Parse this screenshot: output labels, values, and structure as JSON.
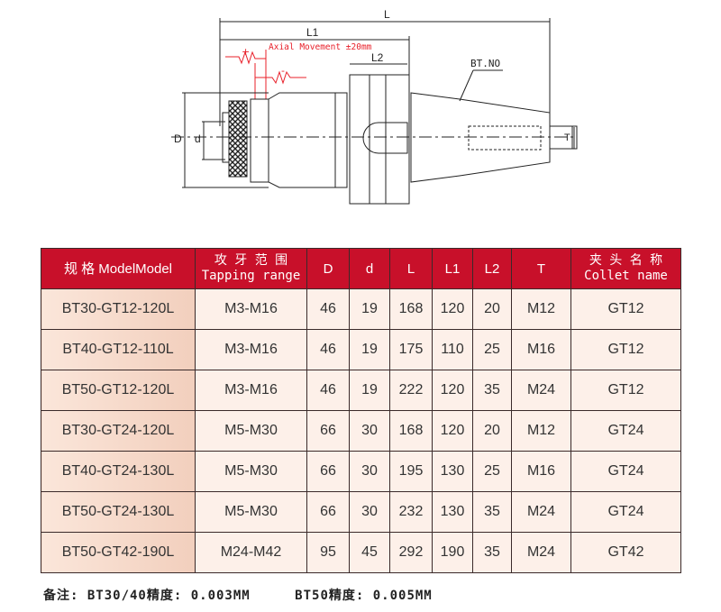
{
  "drawing": {
    "dim_L": "L",
    "dim_L1": "L1",
    "dim_L2": "L2",
    "dim_D": "D",
    "dim_d": "d",
    "dim_T": "T",
    "bt_label": "BT.NO",
    "axial_label": "Axial Movement ±20mm",
    "plus": "+",
    "minus": "-"
  },
  "table": {
    "headers": [
      [
        "规 格 ModelModel",
        ""
      ],
      [
        "攻 牙 范 围",
        "Tapping range"
      ],
      [
        "D",
        ""
      ],
      [
        "d",
        ""
      ],
      [
        "L",
        ""
      ],
      [
        "L1",
        ""
      ],
      [
        "L2",
        ""
      ],
      [
        "T",
        ""
      ],
      [
        "夹 头 名 称",
        "Collet name"
      ]
    ],
    "rows": [
      [
        "BT30-GT12-120L",
        "M3-M16",
        "46",
        "19",
        "168",
        "120",
        "20",
        "M12",
        "GT12"
      ],
      [
        "BT40-GT12-110L",
        "M3-M16",
        "46",
        "19",
        "175",
        "110",
        "25",
        "M16",
        "GT12"
      ],
      [
        "BT50-GT12-120L",
        "M3-M16",
        "46",
        "19",
        "222",
        "120",
        "35",
        "M24",
        "GT12"
      ],
      [
        "BT30-GT24-120L",
        "M5-M30",
        "66",
        "30",
        "168",
        "120",
        "20",
        "M12",
        "GT24"
      ],
      [
        "BT40-GT24-130L",
        "M5-M30",
        "66",
        "30",
        "195",
        "130",
        "25",
        "M16",
        "GT24"
      ],
      [
        "BT50-GT24-130L",
        "M5-M30",
        "66",
        "30",
        "232",
        "130",
        "35",
        "M24",
        "GT24"
      ],
      [
        "BT50-GT42-190L",
        "M24-M42",
        "95",
        "45",
        "292",
        "190",
        "35",
        "M24",
        "GT42"
      ]
    ]
  },
  "note": {
    "part1": "备注: BT30/40精度: 0.003MM",
    "part2": "BT50精度: 0.005MM"
  },
  "colors": {
    "header_bg": "#c8102a",
    "cell_bg": "#fdf0e9",
    "model_bg": "#f2cfbd",
    "accent_red": "#e8202a"
  }
}
